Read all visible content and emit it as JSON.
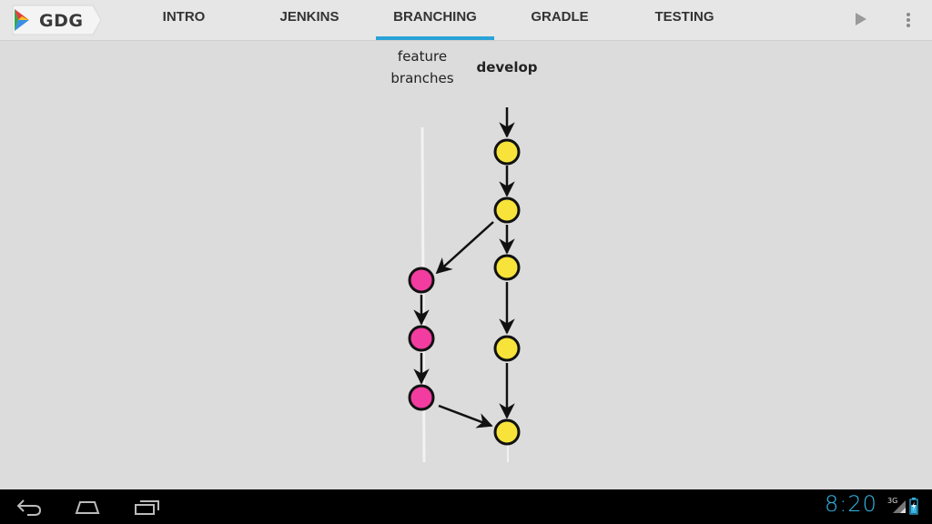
{
  "app": {
    "logo_text": "GDG"
  },
  "tabs": [
    {
      "label": "INTRO",
      "active": false
    },
    {
      "label": "JENKINS",
      "active": false
    },
    {
      "label": "BRANCHING",
      "active": true
    },
    {
      "label": "GRADLE",
      "active": false
    },
    {
      "label": "TESTING",
      "active": false
    }
  ],
  "toolbar": {
    "play_icon": "play-icon",
    "overflow_icon": "overflow-menu-icon"
  },
  "diagram": {
    "feature_label_line1": "feature",
    "feature_label_line2": "branches",
    "develop_label": "develop",
    "develop_color": "#f7e33a",
    "feature_color": "#f23ca0",
    "develop_commits": 5,
    "feature_commits": 3
  },
  "colors": {
    "accent": "#2aa3d8",
    "clock": "#33b5e5"
  },
  "statusbar": {
    "time": "8:20",
    "network": "3G"
  },
  "navbar": {
    "back_icon": "back-icon",
    "home_icon": "home-icon",
    "recents_icon": "recent-apps-icon"
  }
}
